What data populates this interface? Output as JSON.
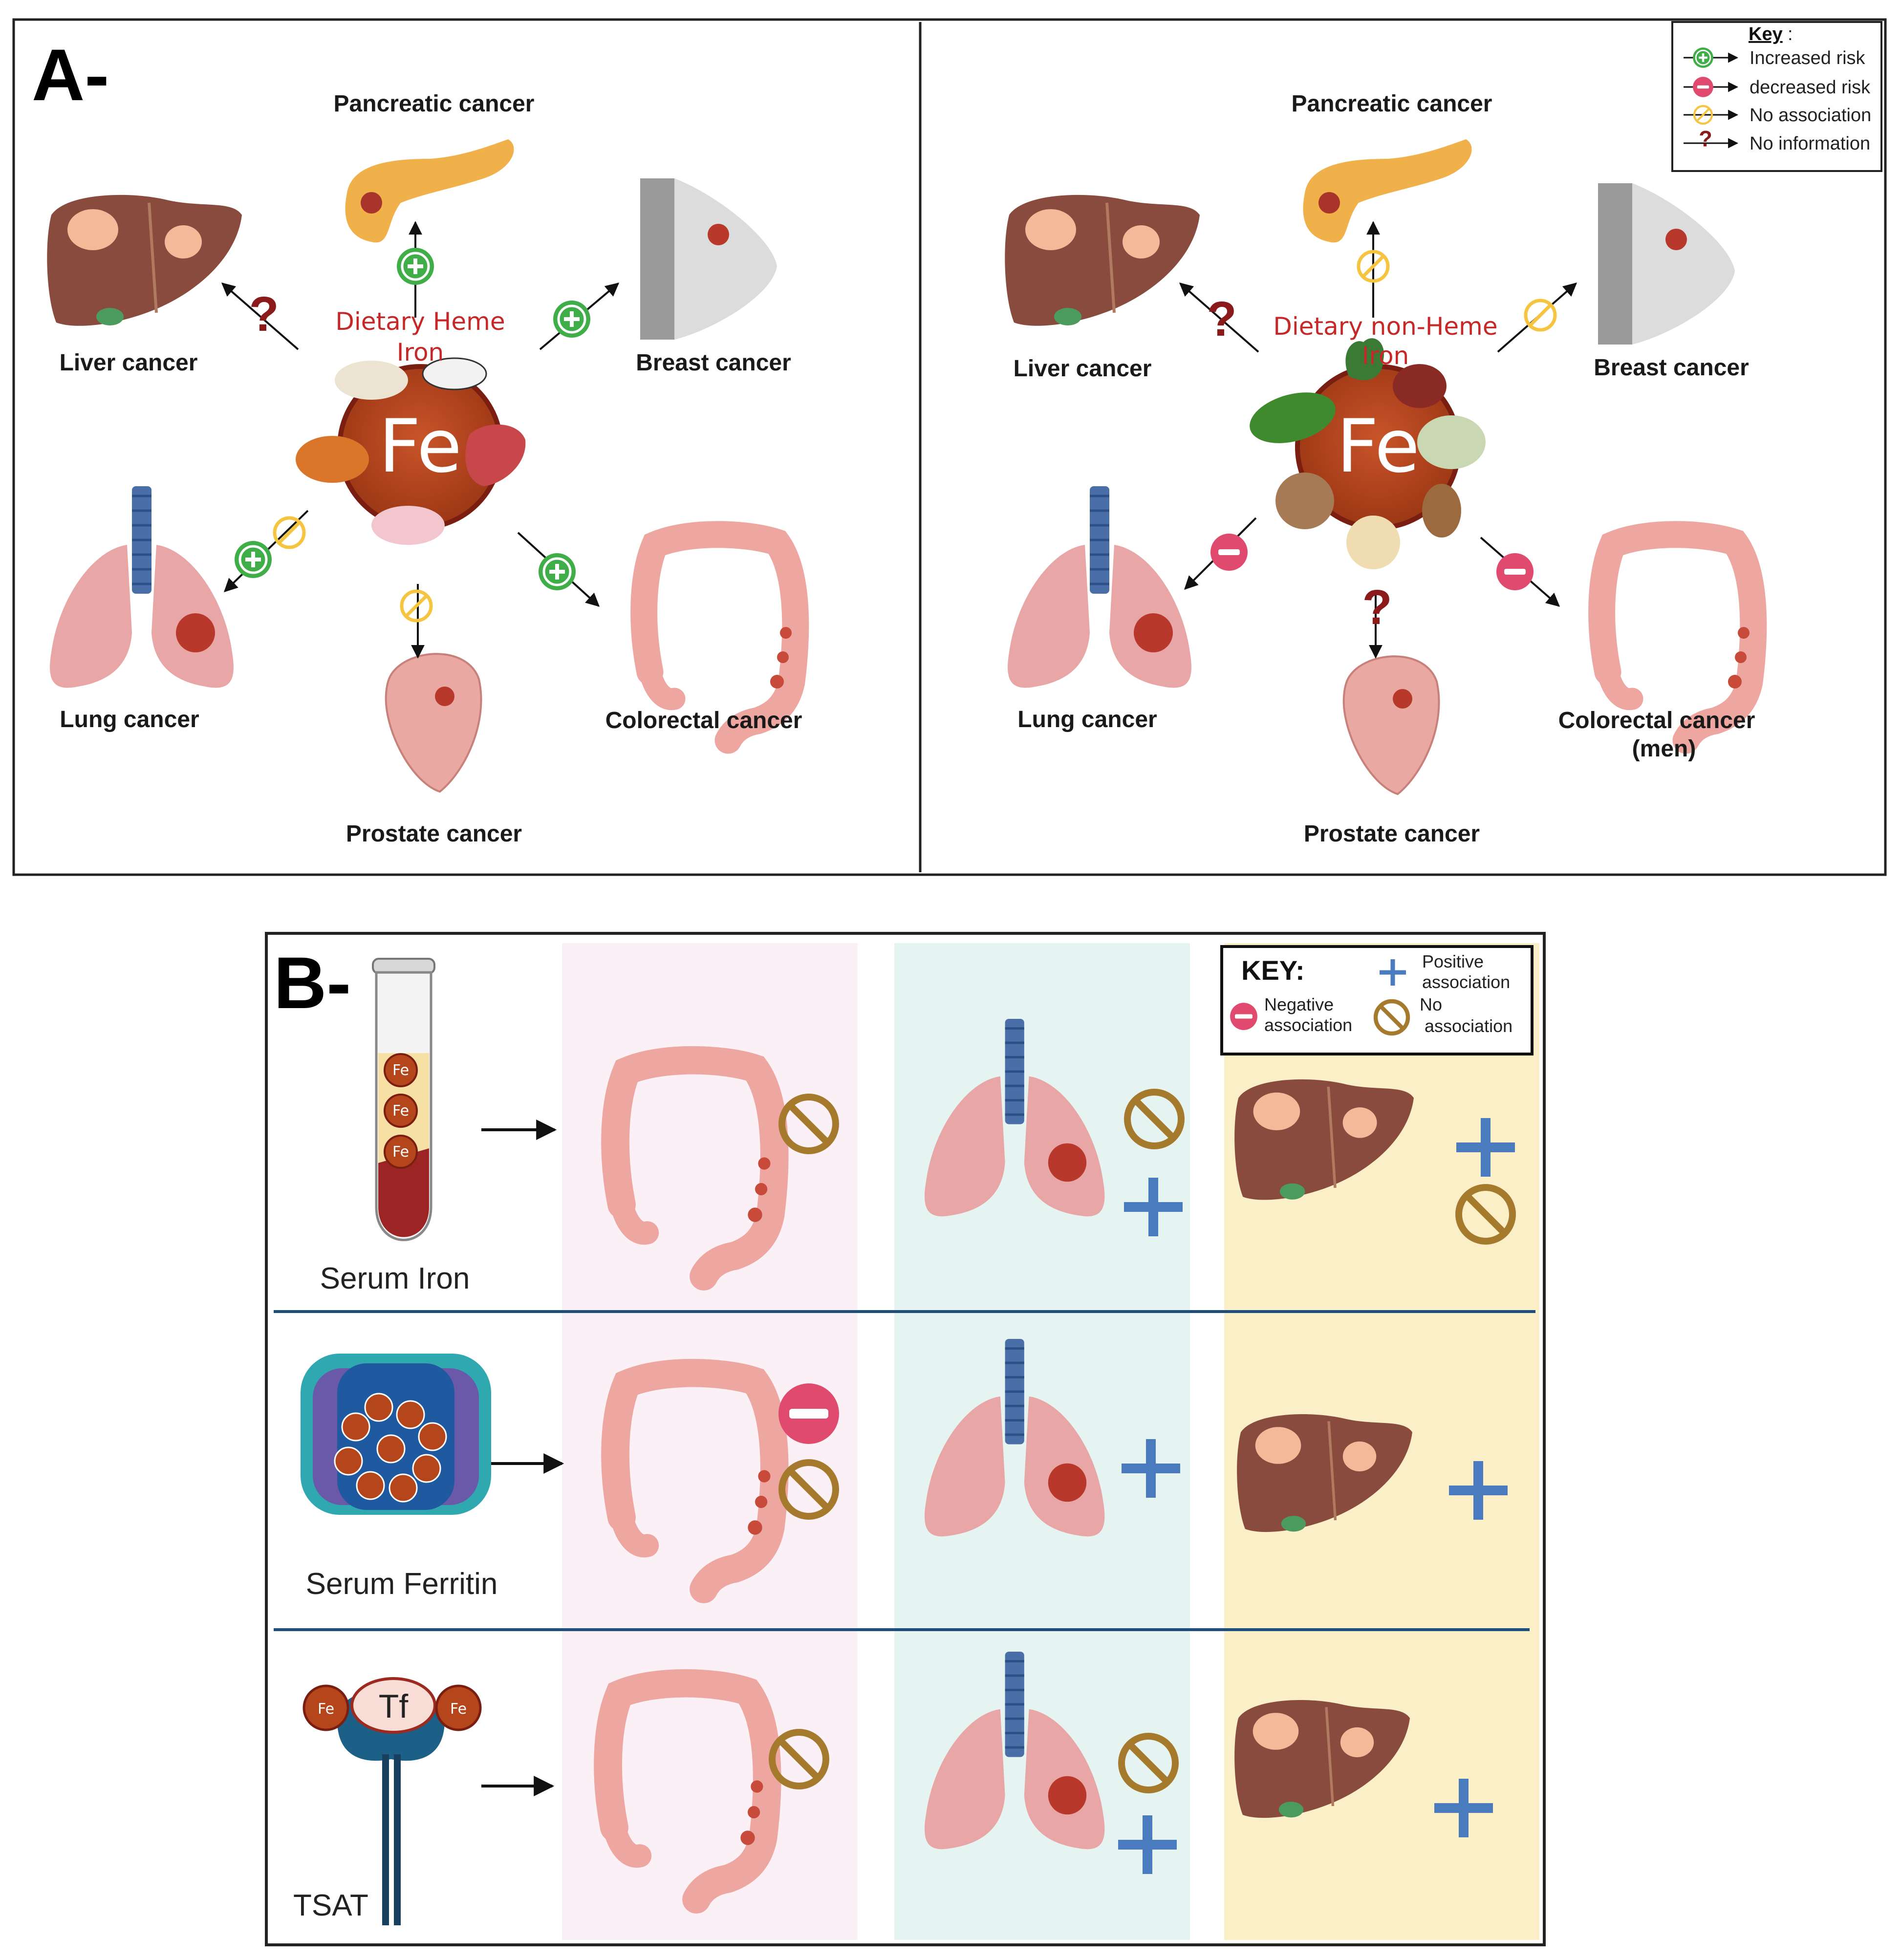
{
  "panel_a": {
    "letter": "A-",
    "left": {
      "center_label_line1": "Dietary Heme",
      "center_label_line2": "Iron",
      "center_symbol": "Fe",
      "cancers": {
        "pancreatic": "Pancreatic cancer",
        "liver": "Liver cancer",
        "breast": "Breast cancer",
        "lung": "Lung cancer",
        "colorectal": "Colorectal cancer",
        "prostate": "Prostate cancer"
      },
      "associations": {
        "pancreatic": [
          "increased-risk"
        ],
        "liver": [
          "no-information"
        ],
        "breast": [
          "increased-risk"
        ],
        "lung": [
          "increased-risk",
          "no-association"
        ],
        "colorectal": [
          "increased-risk"
        ],
        "prostate": [
          "no-association"
        ]
      }
    },
    "right": {
      "center_label_line1": "Dietary non-Heme",
      "center_label_line2": "Iron",
      "center_symbol": "Fe",
      "cancers": {
        "pancreatic": "Pancreatic cancer",
        "liver": "Liver cancer",
        "breast": "Breast cancer",
        "lung": "Lung cancer",
        "colorectal_line1": "Colorectal cancer",
        "colorectal_line2": "(men)",
        "prostate": "Prostate cancer"
      },
      "associations": {
        "pancreatic": [
          "no-association"
        ],
        "liver": [
          "no-information"
        ],
        "breast": [
          "no-association"
        ],
        "lung": [
          "decreased-risk"
        ],
        "colorectal": [
          "decreased-risk"
        ],
        "prostate": [
          "no-information"
        ]
      }
    },
    "key": {
      "title": "Key",
      "items": [
        {
          "icon": "plus-circle-icon",
          "label": "Increased risk"
        },
        {
          "icon": "minus-circle-icon",
          "label": "decreased risk"
        },
        {
          "icon": "no-circle-icon",
          "label": "No association"
        },
        {
          "icon": "question-icon",
          "label": "No information"
        }
      ]
    }
  },
  "panel_b": {
    "letter": "B-",
    "key": {
      "title": "KEY:",
      "positive_line1": "Positive",
      "positive_line2": "association",
      "negative_line1": "Negative",
      "negative_line2": "association",
      "none_line1": "No",
      "none_line2": "association"
    },
    "rows": [
      {
        "label": "Serum Iron",
        "colorectal": [
          "no-association"
        ],
        "lung": [
          "no-association",
          "positive-association"
        ],
        "liver": [
          "positive-association",
          "no-association"
        ]
      },
      {
        "label": "Serum Ferritin",
        "colorectal": [
          "negative-association",
          "no-association"
        ],
        "lung": [
          "positive-association"
        ],
        "liver": [
          "positive-association"
        ]
      },
      {
        "label": "TSAT",
        "colorectal": [
          "no-association"
        ],
        "lung": [
          "no-association",
          "positive-association"
        ],
        "liver": [
          "positive-association"
        ]
      }
    ],
    "tf_label": "Tf",
    "fe_label": "Fe"
  },
  "colors": {
    "increased": "#3fae49",
    "decreased": "#e04a6e",
    "no_association_a": "#f5c542",
    "no_information": "#8b1a1a",
    "fe_core": "#b5451b",
    "positive_b": "#4a7bbf",
    "no_association_b": "#a67a2c",
    "column_colorectal": "#fcf0f7",
    "column_lung": "#e5f4f1",
    "column_liver": "#fbefc8"
  }
}
